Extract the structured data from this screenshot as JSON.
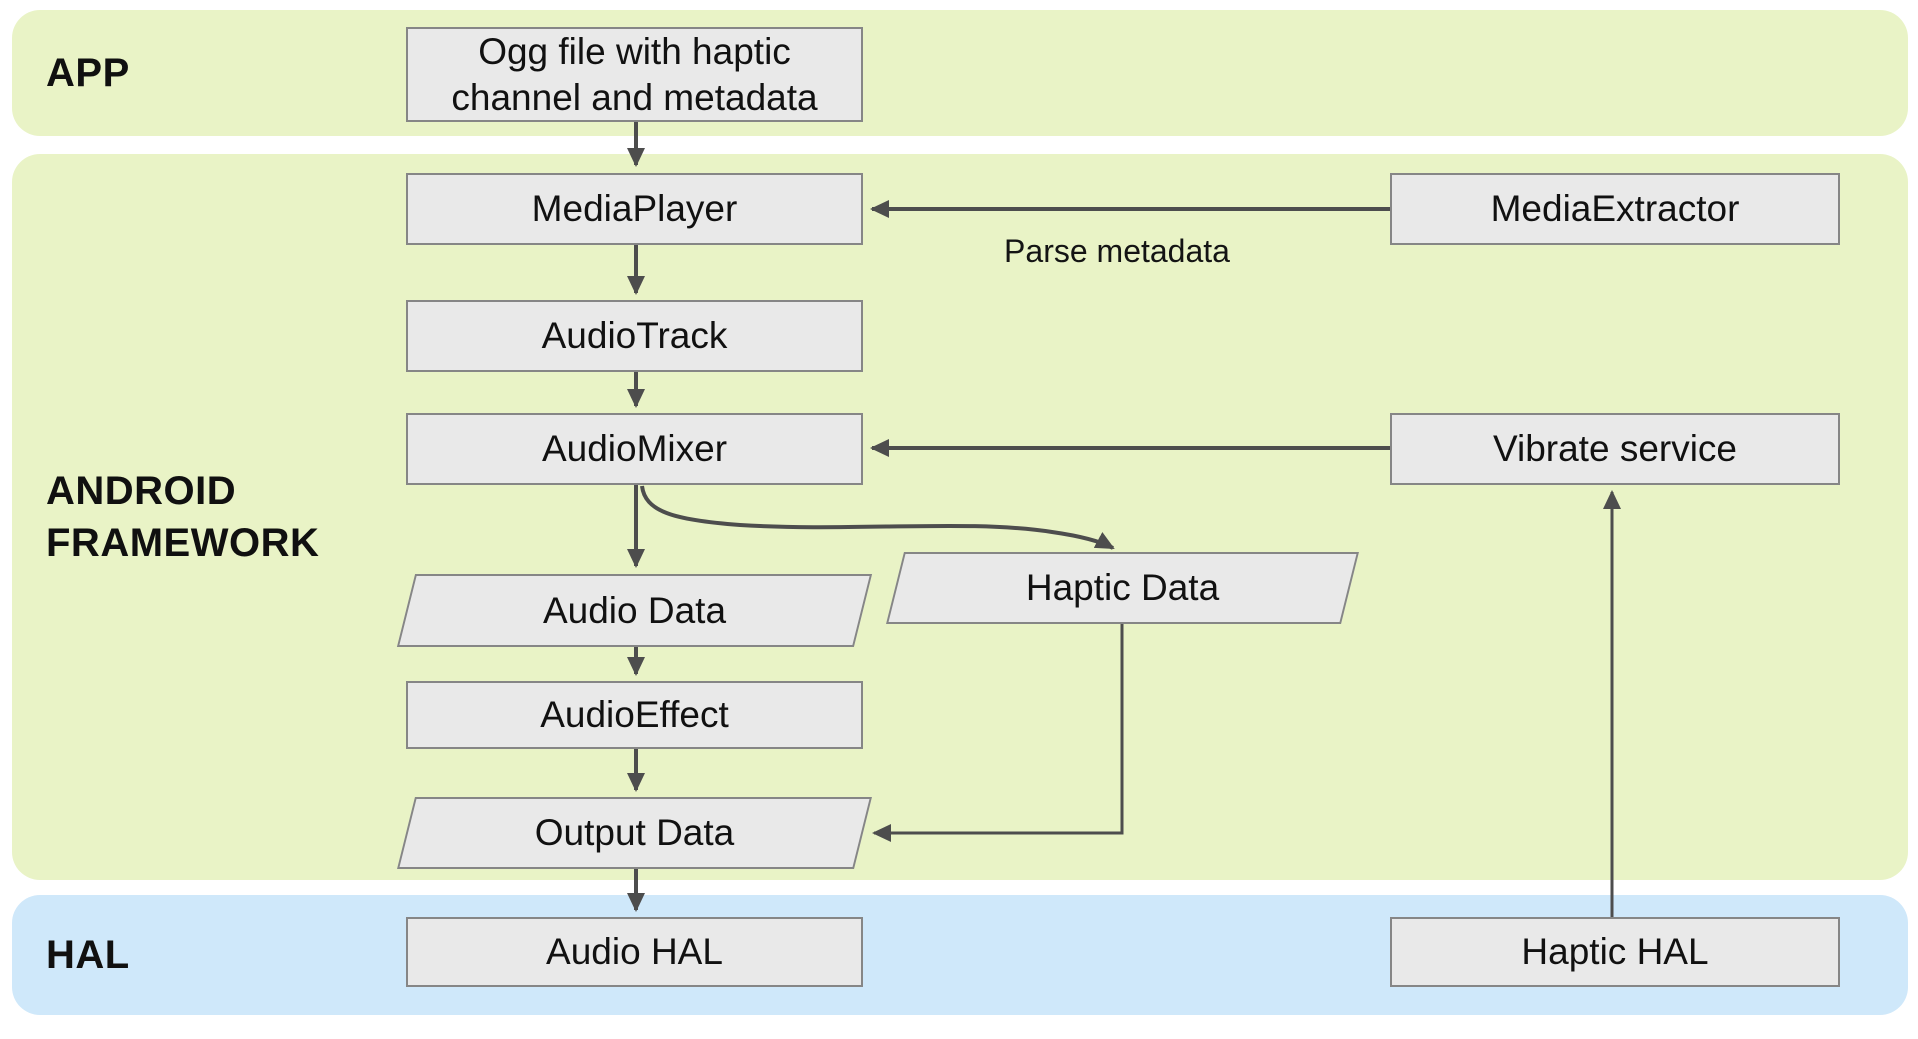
{
  "diagram": {
    "title_none": "",
    "bands": {
      "app": {
        "label": "APP"
      },
      "framework": {
        "label": "ANDROID FRAMEWORK"
      },
      "hal": {
        "label": "HAL"
      }
    },
    "nodes": {
      "ogg_file": {
        "label": "Ogg file with haptic channel and metadata",
        "shape": "rect",
        "band": "APP"
      },
      "media_player": {
        "label": "MediaPlayer",
        "shape": "rect",
        "band": "ANDROID FRAMEWORK"
      },
      "media_extractor": {
        "label": "MediaExtractor",
        "shape": "rect",
        "band": "ANDROID FRAMEWORK"
      },
      "audio_track": {
        "label": "AudioTrack",
        "shape": "rect",
        "band": "ANDROID FRAMEWORK"
      },
      "audio_mixer": {
        "label": "AudioMixer",
        "shape": "rect",
        "band": "ANDROID FRAMEWORK"
      },
      "vibrate_service": {
        "label": "Vibrate service",
        "shape": "rect",
        "band": "ANDROID FRAMEWORK"
      },
      "audio_data": {
        "label": "Audio Data",
        "shape": "parallelogram",
        "band": "ANDROID FRAMEWORK"
      },
      "haptic_data": {
        "label": "Haptic Data",
        "shape": "parallelogram",
        "band": "ANDROID FRAMEWORK"
      },
      "audio_effect": {
        "label": "AudioEffect",
        "shape": "rect",
        "band": "ANDROID FRAMEWORK"
      },
      "output_data": {
        "label": "Output Data",
        "shape": "parallelogram",
        "band": "ANDROID FRAMEWORK"
      },
      "audio_hal": {
        "label": "Audio HAL",
        "shape": "rect",
        "band": "HAL"
      },
      "haptic_hal": {
        "label": "Haptic HAL",
        "shape": "rect",
        "band": "HAL"
      }
    },
    "edges": {
      "parse_metadata_label": "Parse metadata",
      "connections": [
        "ogg_file -> media_player",
        "media_extractor -> media_player (Parse metadata)",
        "media_player -> audio_track",
        "audio_track -> audio_mixer",
        "vibrate_service -> audio_mixer",
        "audio_mixer -> audio_data",
        "audio_mixer -> haptic_data",
        "audio_data -> audio_effect",
        "audio_effect -> output_data",
        "haptic_data -> output_data",
        "output_data -> audio_hal",
        "haptic_hal -> vibrate_service"
      ]
    },
    "colors": {
      "band_green": "#e9f3c6",
      "band_blue": "#cfe8fa",
      "node_fill": "#e9e9e9",
      "node_border": "#868686",
      "arrow": "#4d4d4d"
    }
  }
}
